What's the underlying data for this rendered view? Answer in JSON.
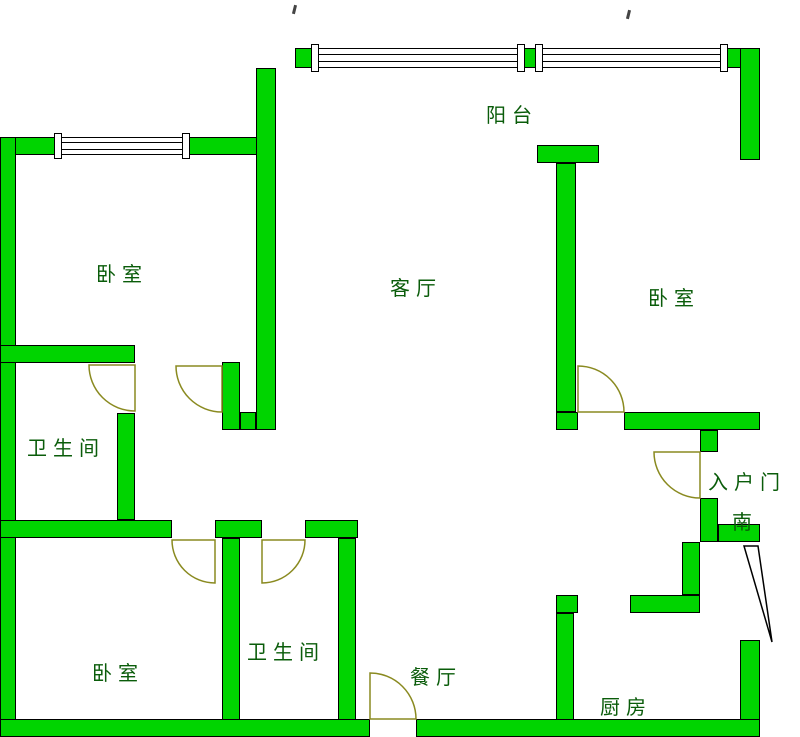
{
  "rooms": {
    "balcony": {
      "label": "阳台"
    },
    "bedroom_top_left": {
      "label": "卧室"
    },
    "living_room": {
      "label": "客厅"
    },
    "bedroom_right": {
      "label": "卧室"
    },
    "bathroom_mid": {
      "label": "卫生间"
    },
    "entry": {
      "label": "入户门",
      "direction": "南"
    },
    "bedroom_bottom": {
      "label": "卧室"
    },
    "bathroom_bottom": {
      "label": "卫生间"
    },
    "dining": {
      "label": "餐厅"
    },
    "kitchen": {
      "label": "厨房"
    }
  },
  "colors": {
    "wall": "#00d400",
    "wall_outline": "#000000",
    "label_text": "#0a5c0a",
    "door_arc": "#8a8a20",
    "background": "#ffffff"
  }
}
